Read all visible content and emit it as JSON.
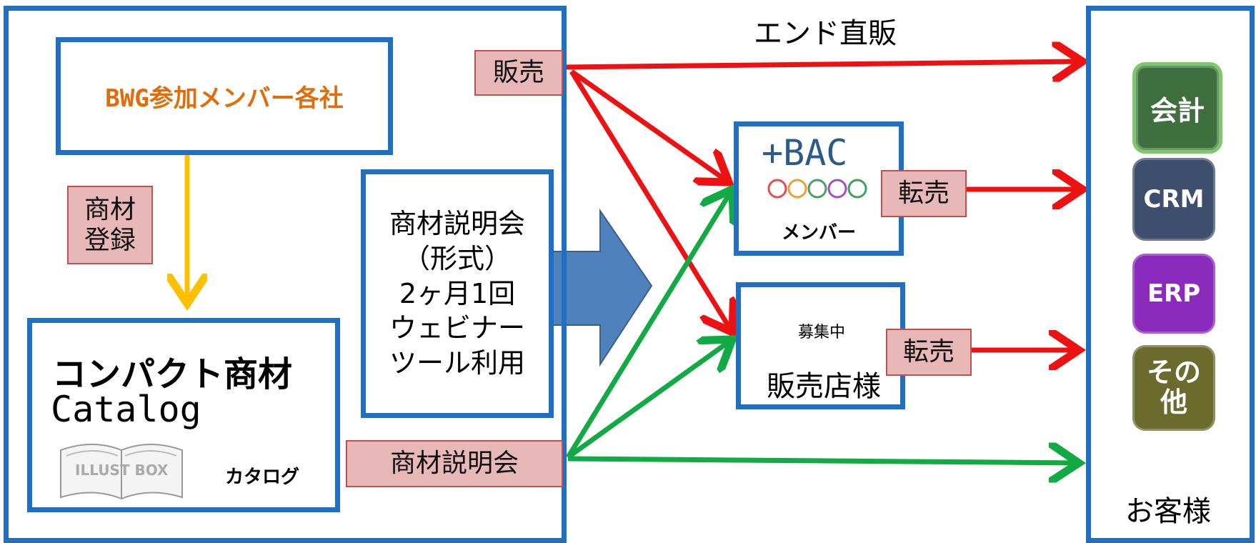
{
  "left_panel": {
    "members_box": "BWG参加メンバー各社",
    "register_tag": [
      "商材",
      "登録"
    ],
    "catalog_title": "コンパクト商材",
    "catalog_subtitle": "Catalog",
    "book_watermark": "ILLUST BOX",
    "catalog_caption": "カタログ",
    "seminar_box": [
      "商材説明会",
      "（形式）",
      "2ヶ月1回",
      "ウェビナー",
      "ツール利用"
    ],
    "sale_tag": "販売",
    "seminar_tag": "商材説明会"
  },
  "middle": {
    "direct_sale_label": "エンド直販",
    "bac_logo": "+BAC",
    "bac_caption": "メンバー",
    "resale_tag_1": "転売",
    "recruiting_label": "募集中",
    "shop_label": "販売店様",
    "resale_tag_2": "転売"
  },
  "right_panel": {
    "cards": [
      {
        "label": "会計",
        "color": "#3f6e3f"
      },
      {
        "label": "CRM",
        "color": "#3e4f6e"
      },
      {
        "label": "ERP",
        "color": "#8a2bbd"
      },
      {
        "label": "その他",
        "color": "#6b6b2e"
      }
    ],
    "customer_label": "お客様"
  },
  "colors": {
    "border": "#1f6fc2",
    "orange_text": "#e36c0a",
    "red_arrow": "#ee1111",
    "green_arrow": "#11aa44",
    "yellow_arrow": "#ffc000",
    "blue_arrow": "#4f81bd"
  }
}
